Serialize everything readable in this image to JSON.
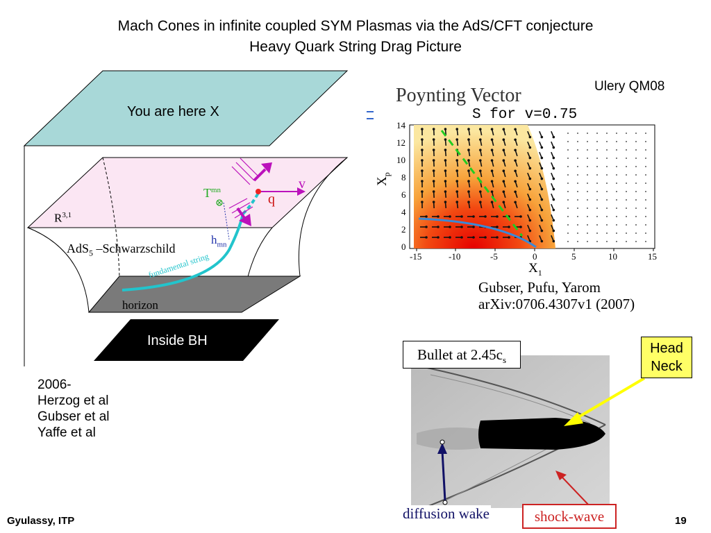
{
  "slide": {
    "title_line1": "Mach Cones in infinite coupled SYM Plasmas via the AdS/CFT conjecture",
    "title_line2": "Heavy Quark String Drag Picture",
    "footer_left": "Gyulassy, ITP",
    "page_number": "19"
  },
  "diagram": {
    "top_plane_label": "You are here X",
    "boundary_label_base": "R",
    "boundary_label_sup": "3,1",
    "bulk_label_pre": "AdS",
    "bulk_label_sub": "5",
    "bulk_label_post": " –Schwarzschild",
    "string_label": "fundamental string",
    "horizon_label": "horizon",
    "inside_bh_label": "Inside BH",
    "T_label": "T",
    "T_sup": "mn",
    "h_label": "h",
    "h_sub": "mn",
    "q_label": "q",
    "v_label": "v",
    "string_color": "#22c4cc",
    "arrow_color": "#bb11bb"
  },
  "references": {
    "lines": [
      "2006-",
      "Herzog et al",
      "Gubser et al",
      "Yaffe et al"
    ]
  },
  "poynting": {
    "credit_top": "Ulery QM08",
    "title": "Poynting Vector",
    "subtitle": "S for v=0.75",
    "xlabel_base": "X",
    "xlabel_sub": "1",
    "ylabel_base": "X",
    "ylabel_sub": "p",
    "x_ticks": [
      "-15",
      "-10",
      "-5",
      "0",
      "5",
      "10",
      "15"
    ],
    "y_ticks": [
      "0",
      "2",
      "4",
      "6",
      "8",
      "10",
      "12",
      "14"
    ],
    "authors": "Gubser, Pufu, Yarom",
    "arxiv": "arXiv:0706.4307v1 (2007)"
  },
  "bullet": {
    "caption_pre": "Bullet at 2.45c",
    "caption_sub": "s",
    "callout_line1": "Head",
    "callout_line2": "Neck",
    "diffusion_label": "diffusion wake",
    "shock_label": "shock-wave",
    "callout_bg": "#ffff66",
    "shock_border": "#cc2222"
  }
}
